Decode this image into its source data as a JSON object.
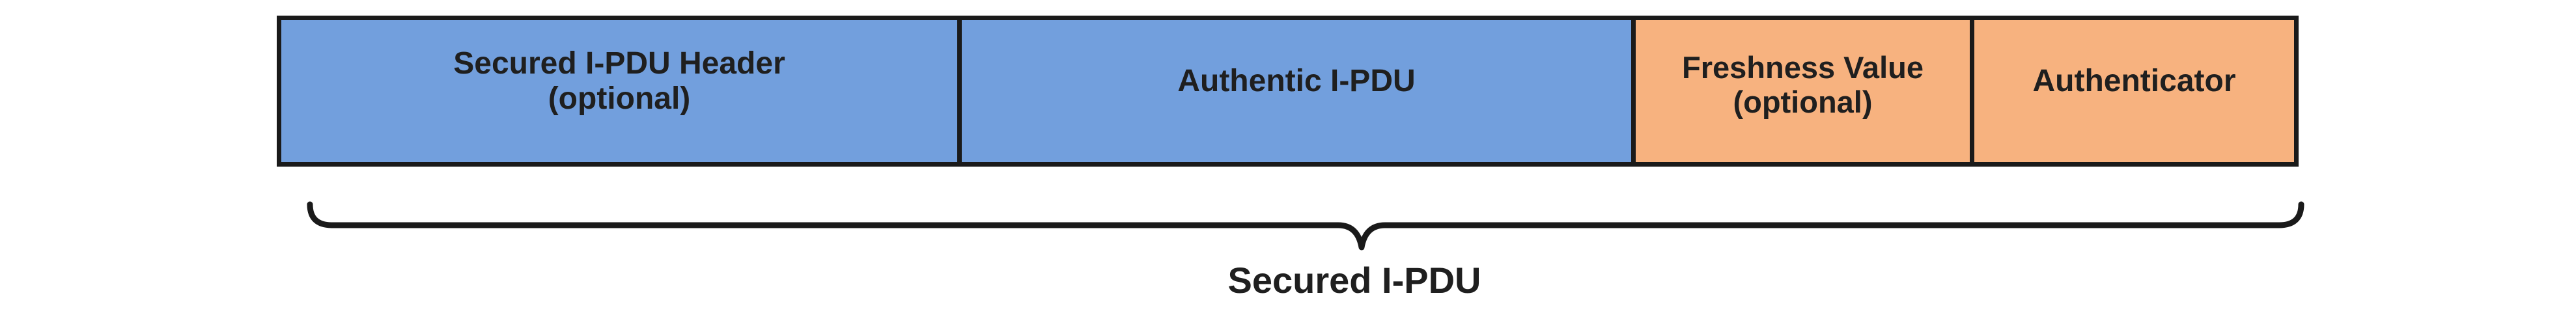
{
  "diagram": {
    "fields": [
      {
        "label": "Secured I-PDU Header\n(optional)",
        "color": "#729fdd"
      },
      {
        "label": "Authentic I-PDU",
        "color": "#729fdd"
      },
      {
        "label": "Freshness Value\n(optional)",
        "color": "#f7b27f"
      },
      {
        "label": "Authenticator",
        "color": "#f7b27f"
      }
    ],
    "brace_label": "Secured I-PDU"
  }
}
